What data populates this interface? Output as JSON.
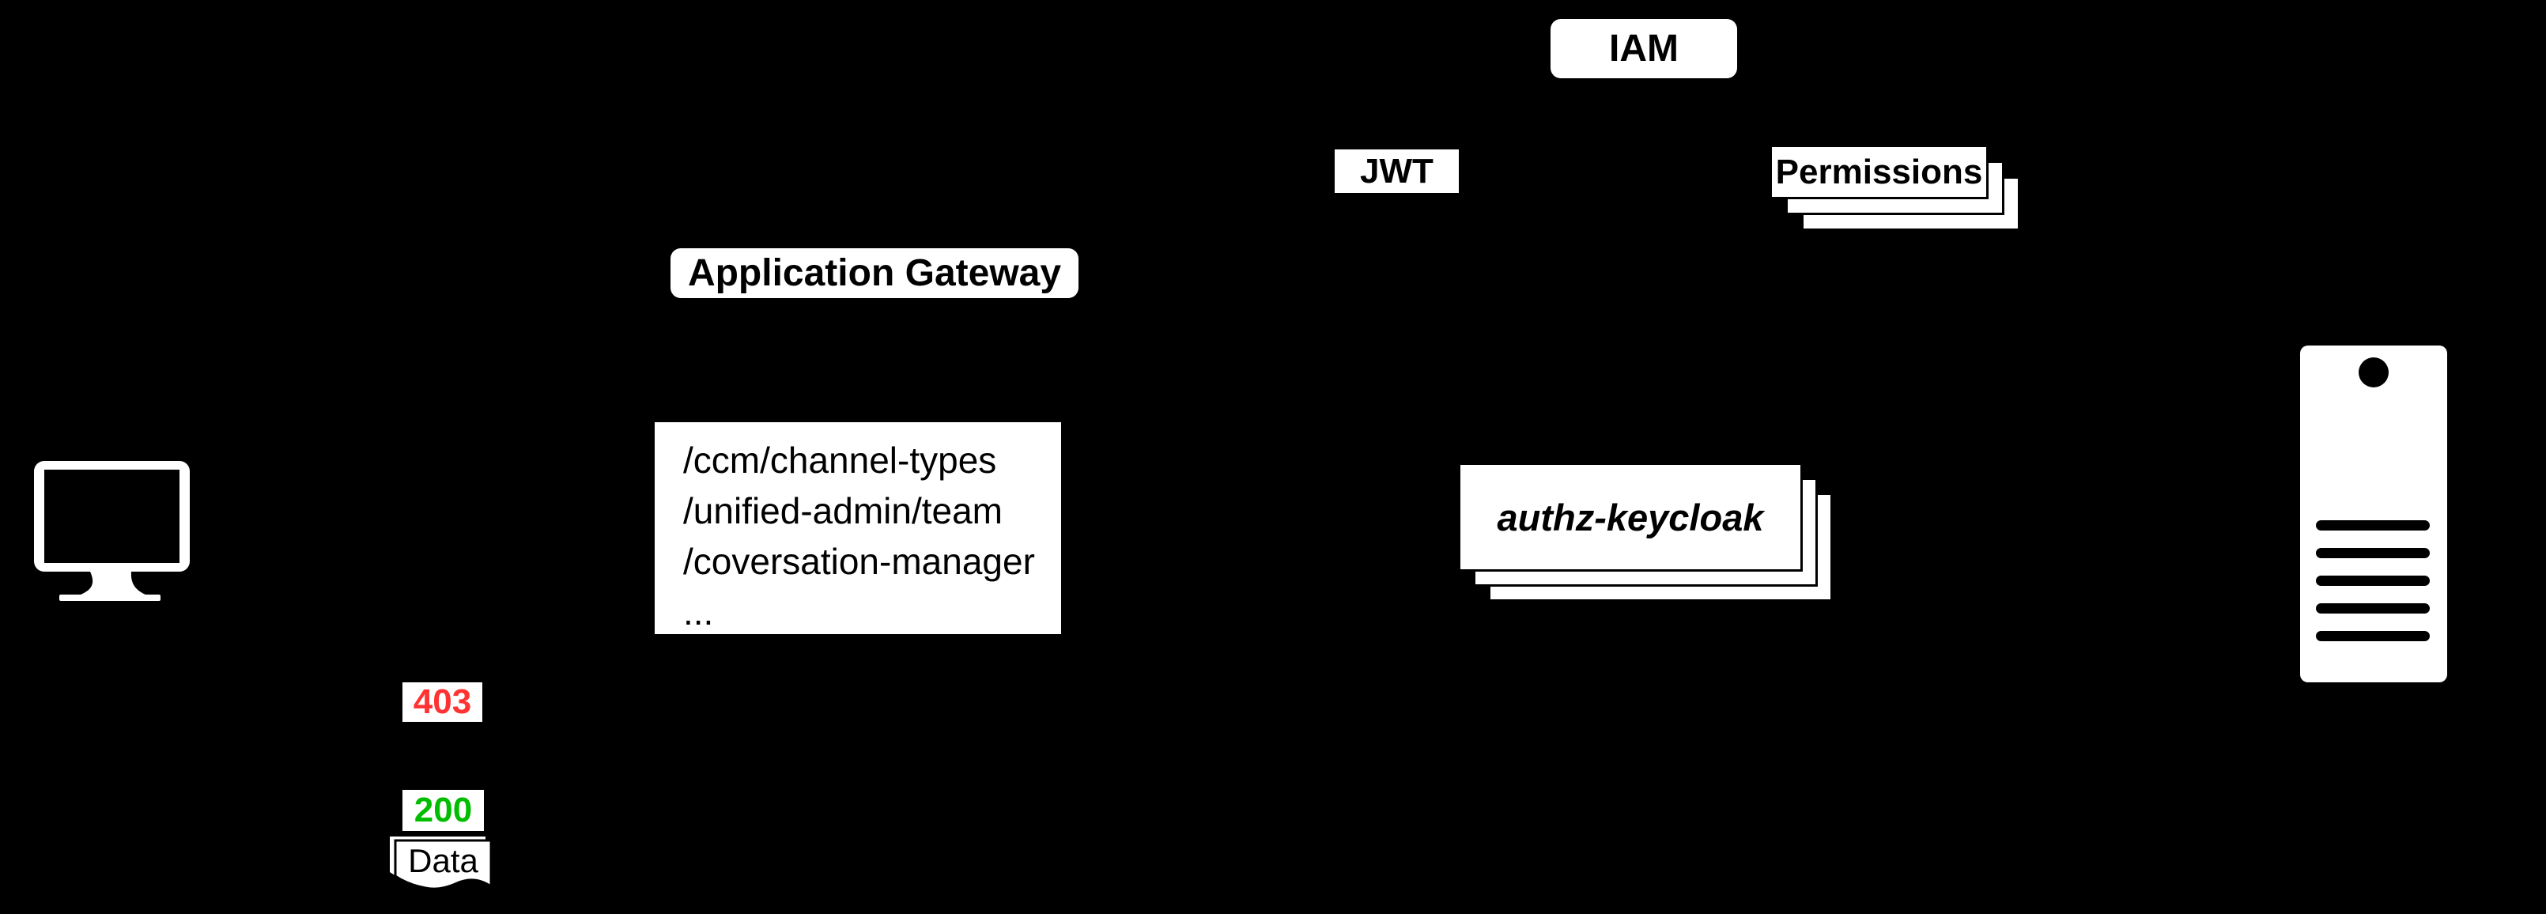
{
  "diagram": {
    "background": "#000000",
    "node_fill": "#ffffff",
    "text_color": "#000000",
    "nodes": {
      "iam": {
        "label": "IAM"
      },
      "jwt": {
        "label": "JWT"
      },
      "application_gateway": {
        "label": "Application Gateway"
      },
      "routes": {
        "lines": [
          "/ccm/channel-types",
          "/unified-admin/team",
          "/coversation-manager",
          "..."
        ]
      },
      "permissions": {
        "label": "Permissions"
      },
      "authz_keycloak": {
        "label": "authz-keycloak"
      },
      "status_403": {
        "label": "403",
        "color": "#ff3333"
      },
      "status_200": {
        "label": "200",
        "color": "#00bd00"
      },
      "data_document": {
        "label": "Data"
      }
    },
    "icons": {
      "client": "monitor-icon",
      "backend": "server-icon"
    }
  }
}
